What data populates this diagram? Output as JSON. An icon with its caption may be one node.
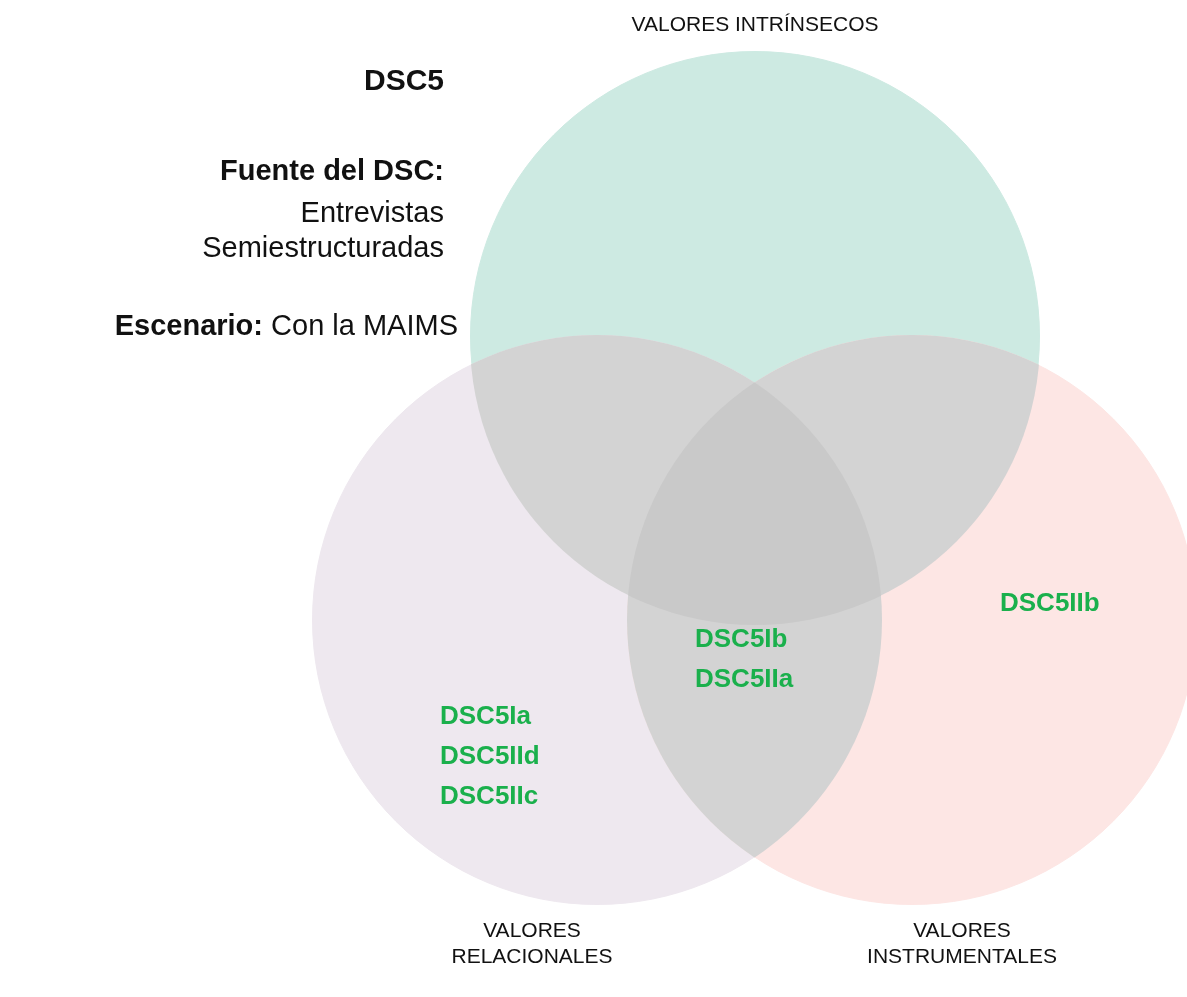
{
  "diagram": {
    "nodes": [
      {
        "text": [
          "VALORES INTRÍNSECOS"
        ]
      },
      {
        "text": [
          "VALORES RELACIONALES"
        ]
      },
      {
        "text": [
          "VALORES INSTRUMENTALES"
        ]
      }
    ],
    "edges": [],
    "labels": [
      "DSC5",
      "Fuente del DSC:",
      "Entrevistas Semiestructuradas",
      "**Escenario:** Con la MAIMS",
      "DSC5IIb",
      "DSC5Ib",
      "DSC5IIa",
      "DSC5Ia",
      "DSC5IId",
      "DSC5IIc"
    ]
  }
}
